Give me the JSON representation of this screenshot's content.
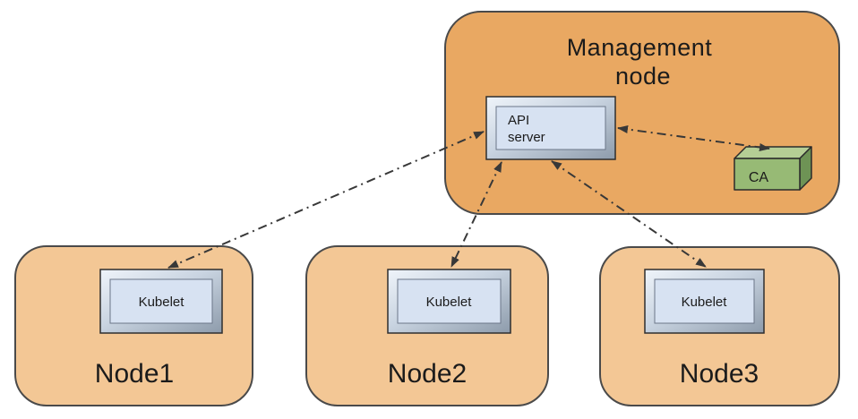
{
  "colors": {
    "management_fill": "#E9A862",
    "node_fill": "#F3C795",
    "component_face": "#D7E2F2",
    "ca_front": "#97BA75",
    "ca_top": "#B5CE95",
    "ca_side": "#6E9355",
    "connector": "#383838"
  },
  "management_node": {
    "label": "Management node",
    "label_lines": [
      "Management",
      "node"
    ],
    "api_server": {
      "label": "API server",
      "label_lines": [
        "API",
        "server"
      ]
    },
    "ca": {
      "label": "CA"
    }
  },
  "worker_nodes": [
    {
      "label": "Node1",
      "component": "Kubelet"
    },
    {
      "label": "Node2",
      "component": "Kubelet"
    },
    {
      "label": "Node3",
      "component": "Kubelet"
    }
  ],
  "connections": [
    {
      "from": "API server",
      "to": "Kubelet (Node1)",
      "style": "dash-dot",
      "bidirectional": true
    },
    {
      "from": "API server",
      "to": "Kubelet (Node2)",
      "style": "dash-dot",
      "bidirectional": true
    },
    {
      "from": "API server",
      "to": "Kubelet (Node3)",
      "style": "dash-dot",
      "bidirectional": true
    },
    {
      "from": "API server",
      "to": "CA",
      "style": "dash-dot",
      "bidirectional": true
    }
  ]
}
